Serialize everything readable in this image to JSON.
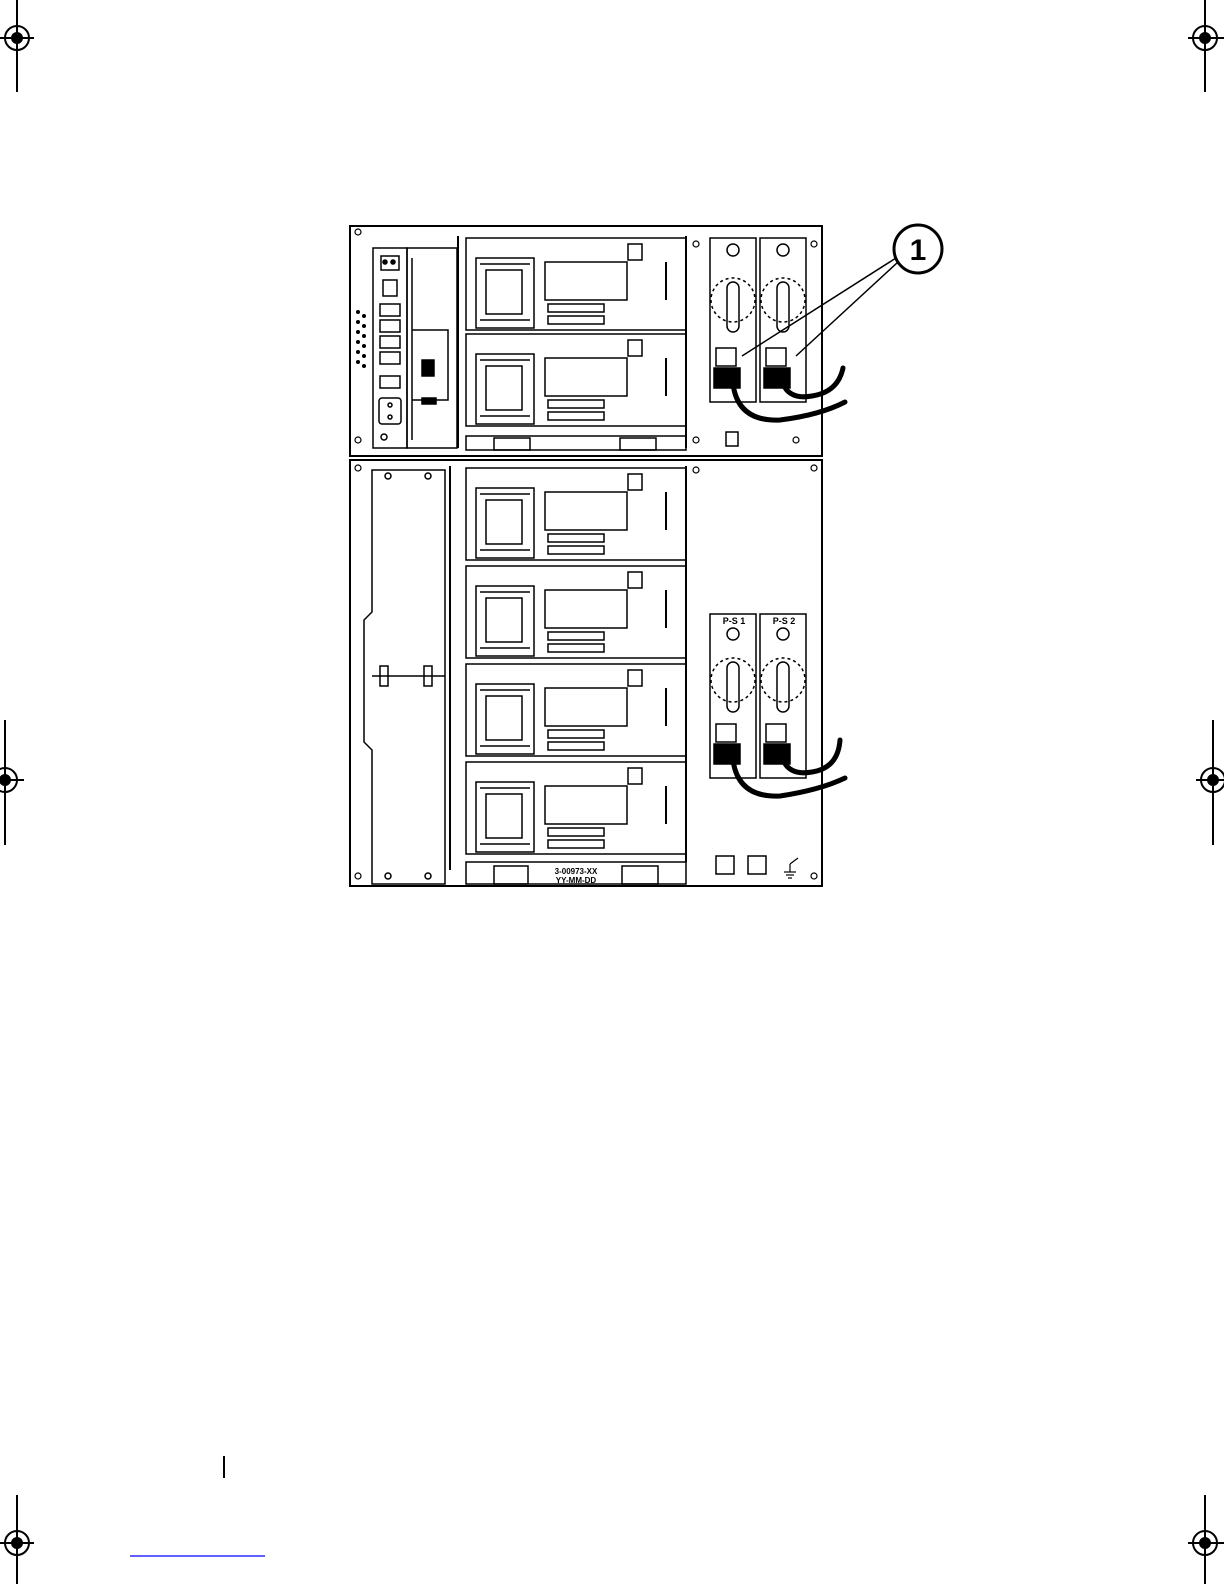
{
  "diagram": {
    "callout_number": "1",
    "ps_labels": [
      "P-S 1",
      "P-S 2"
    ],
    "part_label_line1": "3-00973-XX",
    "part_label_line2": "YY-MM-DD"
  },
  "colors": {
    "ink": "#000000",
    "background": "#ffffff",
    "link_underline": "#0000ff"
  }
}
